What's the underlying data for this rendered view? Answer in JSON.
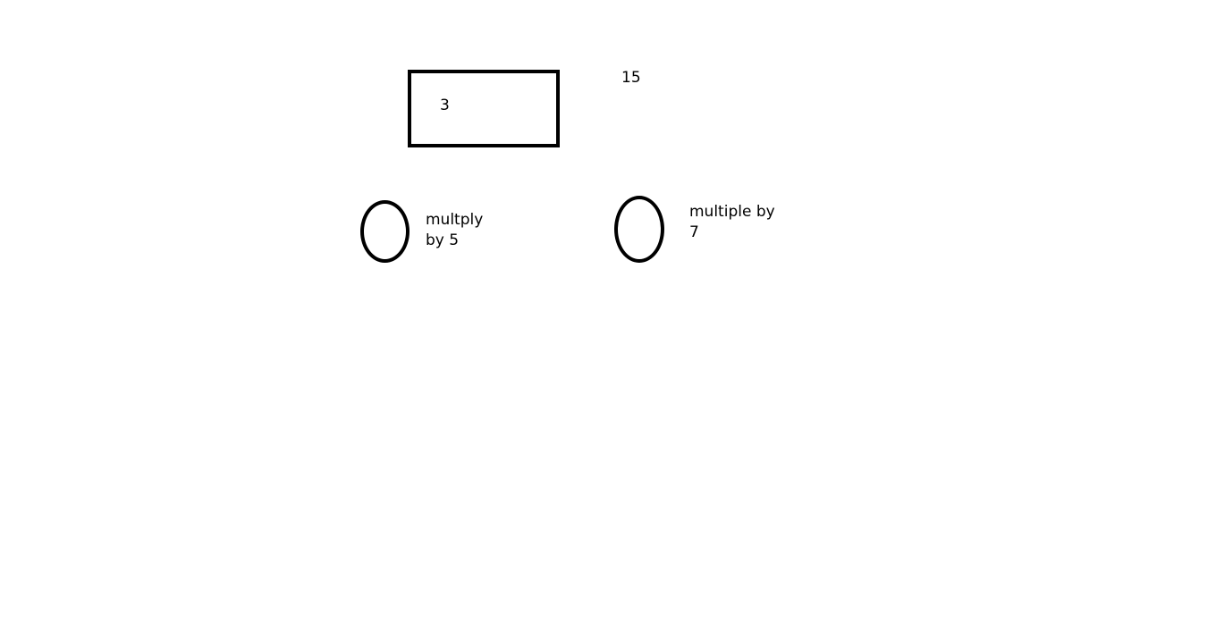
{
  "display": {
    "value": "3"
  },
  "result": {
    "value": "15"
  },
  "options": [
    {
      "label": "multply\nby 5",
      "selected": false
    },
    {
      "label": "multiple by\n7",
      "selected": false
    }
  ],
  "colors": {
    "background": "#ffffff",
    "stroke": "#000000",
    "text": "#000000"
  }
}
